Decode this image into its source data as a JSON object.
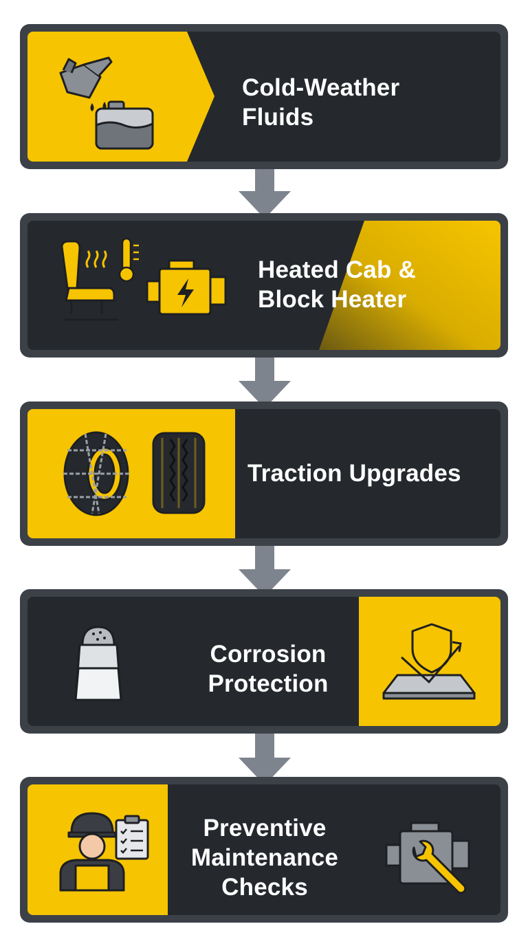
{
  "steps": [
    {
      "lines": [
        "Cold-Weather",
        "Fluids"
      ],
      "icons": [
        "oil-can-icon",
        "fluid-reservoir-icon"
      ]
    },
    {
      "lines": [
        "Heated Cab &",
        "Block Heater"
      ],
      "icons": [
        "heated-seat-icon",
        "thermometer-icon",
        "engine-heater-icon"
      ]
    },
    {
      "lines": [
        "Traction Upgrades"
      ],
      "icons": [
        "tire-chain-icon",
        "winter-tire-icon"
      ]
    },
    {
      "lines": [
        "Corrosion",
        "Protection"
      ],
      "icons": [
        "salt-shaker-icon",
        "shield-plate-icon"
      ]
    },
    {
      "lines": [
        "Preventive",
        "Maintenance",
        "Checks"
      ],
      "icons": [
        "mechanic-icon",
        "checklist-icon",
        "engine-wrench-icon"
      ]
    }
  ],
  "colors": {
    "accent": "#f6c400",
    "card": "#25292e",
    "border": "#3c4148",
    "arrow": "#7d848d"
  }
}
